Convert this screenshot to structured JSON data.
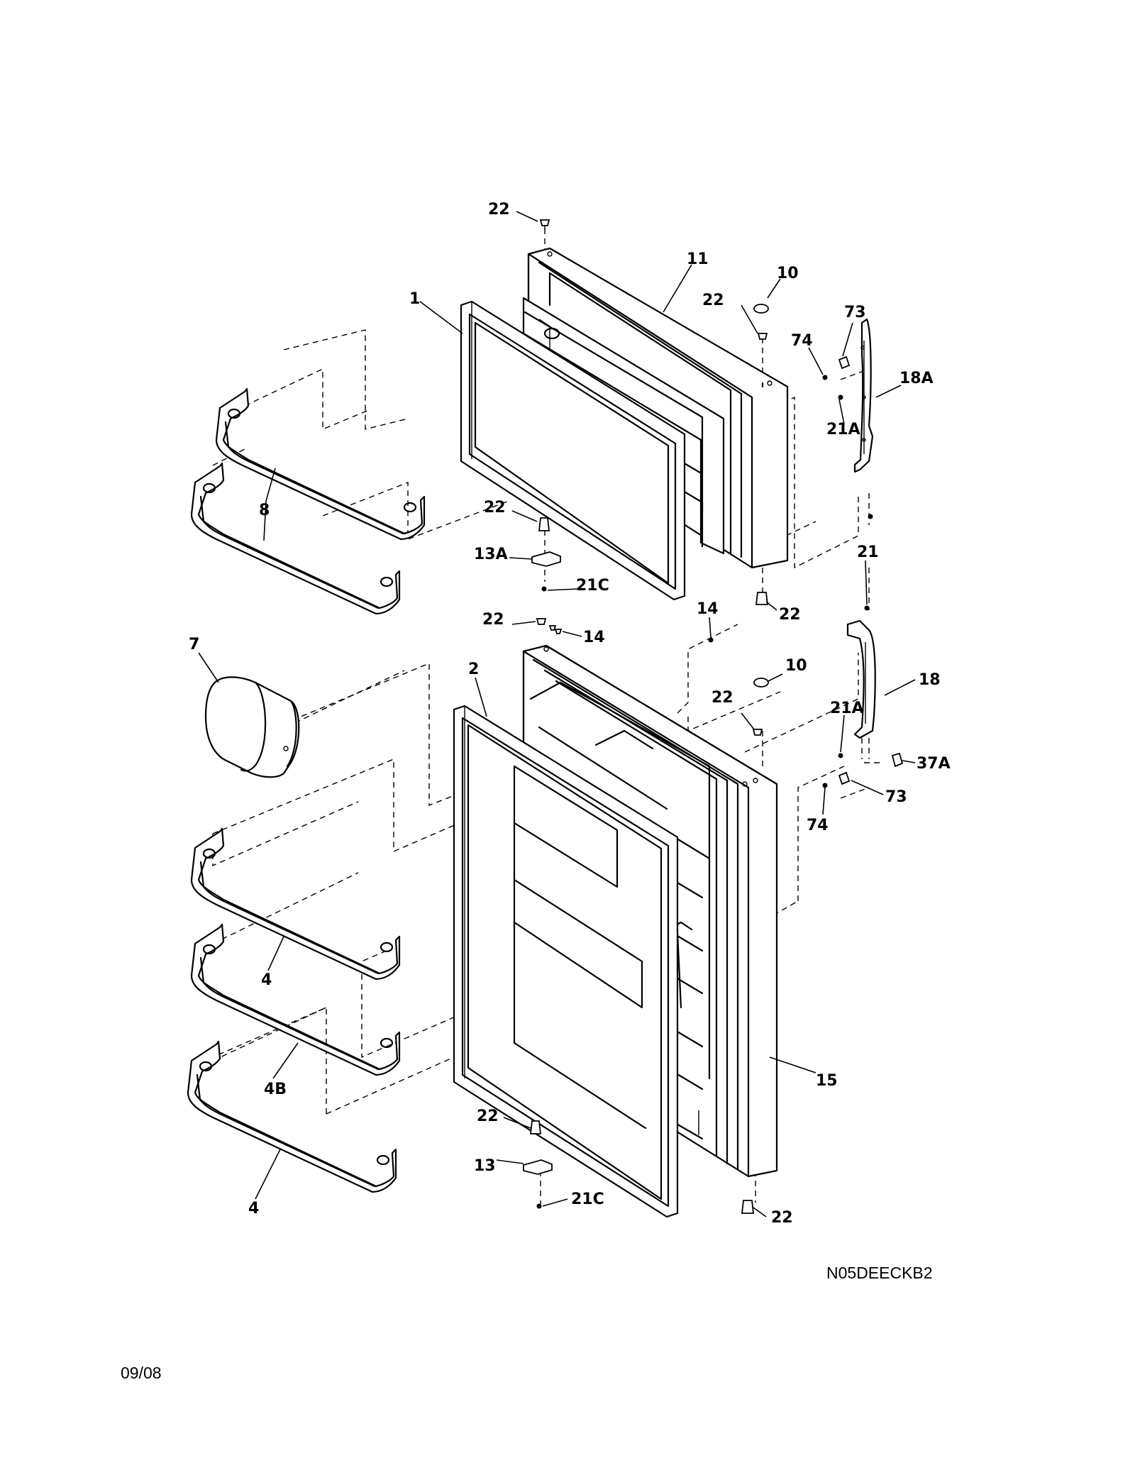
{
  "diagram": {
    "code": "N05DEECKB2",
    "date": "09/08",
    "callouts": {
      "c22_top": "22",
      "c11": "11",
      "c10_upper": "10",
      "c22_upper_right": "22",
      "c73_upper": "73",
      "c74_upper": "74",
      "c18A": "18A",
      "c21A_upper": "21A",
      "c1": "1",
      "c8": "8",
      "c22_upper_hinge": "22",
      "c13A": "13A",
      "c21C_upper": "21C",
      "c21": "21",
      "c22_upper_bottom": "22",
      "c22_lower_top": "22",
      "c14_left": "14",
      "c14_right": "14",
      "c7": "7",
      "c2": "2",
      "c10_lower": "10",
      "c22_lower_right": "22",
      "c18": "18",
      "c21A_lower": "21A",
      "c37A": "37A",
      "c73_lower": "73",
      "c74_lower": "74",
      "c4_upper": "4",
      "c4B": "4B",
      "c15": "15",
      "c22_lower_hinge": "22",
      "c13": "13",
      "c21C_lower": "21C",
      "c22_lower_bottom": "22",
      "c4_lower": "4"
    }
  }
}
